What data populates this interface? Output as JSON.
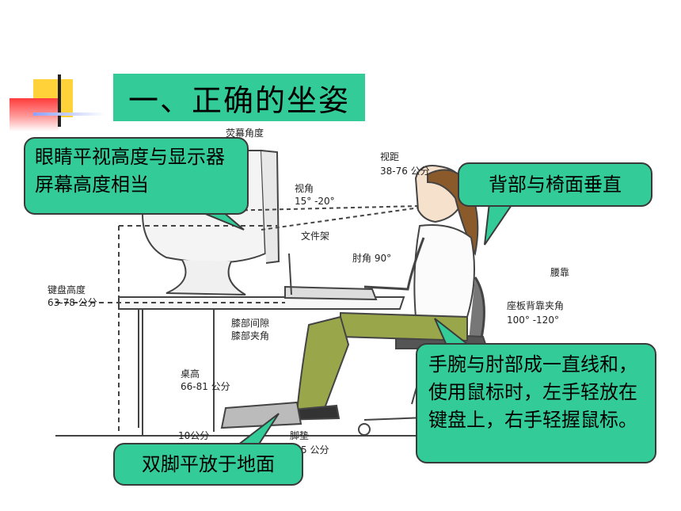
{
  "slide": {
    "title": "一、正确的坐姿"
  },
  "callouts": {
    "eye_level": "眼睛平视高度与显示器屏幕高度相当",
    "back": "背部与椅面垂直",
    "wrist": "手腕与肘部成一直线和，使用鼠标时，左手轻放在键盘上，右手轻握鼠标。",
    "feet": "双脚平放于地面"
  },
  "diagram_labels": {
    "screen_angle": "荧幕角度",
    "view_distance": "视距",
    "view_distance_value": "38-76 公分",
    "view_angle": "视角",
    "view_angle_value": "15° -20°",
    "document_holder": "文件架",
    "elbow_angle": "肘角 90°",
    "lumbar": "腰靠",
    "keyboard_height": "键盘高度",
    "keyboard_height_value": "63-78 公分",
    "knee_gap": "膝部间隙",
    "knee_angle": "膝部夹角",
    "seat_back_angle": "座板背靠夹角",
    "seat_back_angle_value": "100° -120°",
    "desk_height": "桌高",
    "desk_height_value": "66-81 公分",
    "ten_cm": "10公分",
    "footrest": "脚垫",
    "footrest_value": "5 公分"
  },
  "colors": {
    "accent": "#33cc99",
    "square_yellow": "#ffd23a",
    "square_red": "#ff3b3b"
  }
}
